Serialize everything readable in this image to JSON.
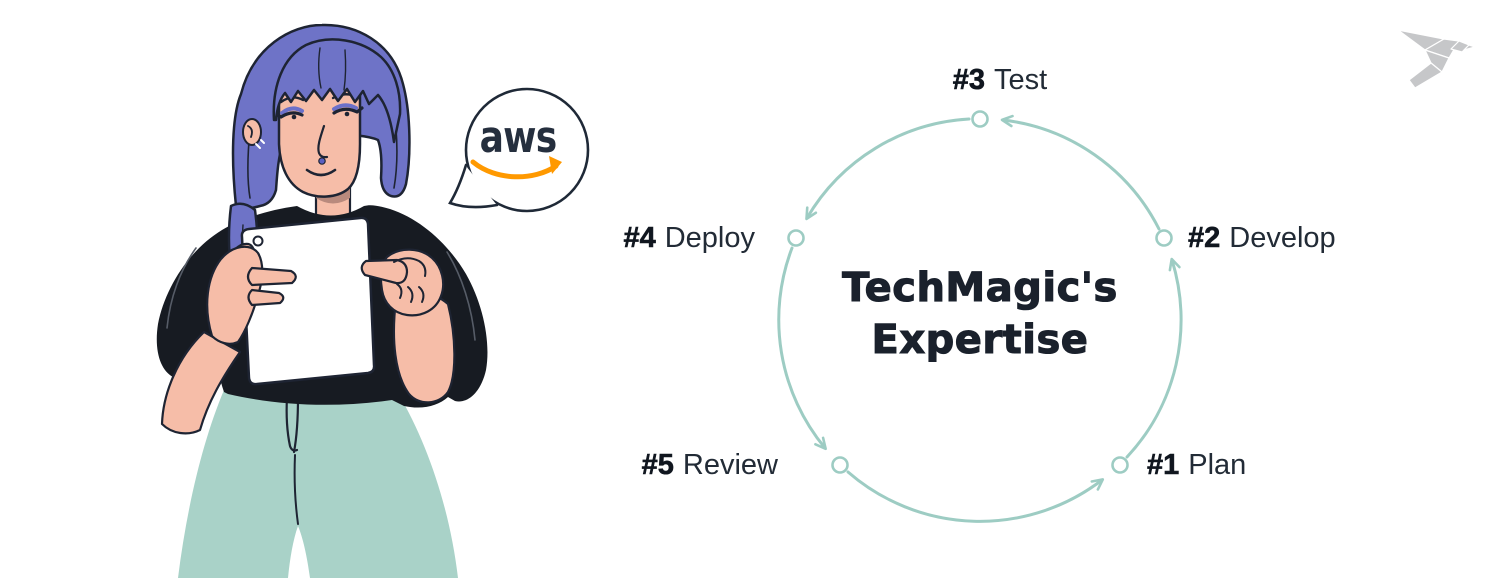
{
  "page": {
    "background": "#FFFFFF"
  },
  "speech_bubble": {
    "text": "aws",
    "aws_navy": "#252F3E",
    "aws_orange": "#FF9900"
  },
  "diagram": {
    "title_lines": [
      "TechMagic's",
      "Expertise"
    ],
    "arc_color": "#9DCCC3",
    "node_fill": "#FFFFFF",
    "text_color": "#222B36",
    "number_color": "#10161F",
    "direction": "counterclockwise",
    "steps": [
      {
        "number": "#1",
        "label": "Plan"
      },
      {
        "number": "#2",
        "label": "Develop"
      },
      {
        "number": "#3",
        "label": "Test"
      },
      {
        "number": "#4",
        "label": "Deploy"
      },
      {
        "number": "#5",
        "label": "Review"
      }
    ]
  },
  "brand_logo": {
    "icon": "origami-bird",
    "color": "#C6C7C9"
  },
  "illustration": {
    "subject": "woman-with-tablet",
    "hair_color": "#6E73C7",
    "skin_color": "#F6BDA8",
    "shirt_color": "#171B22",
    "pants_color": "#A9D2C8",
    "outline_color": "#1E2433"
  }
}
